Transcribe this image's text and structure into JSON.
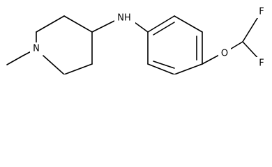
{
  "molecule": {
    "atoms": {
      "piperidine_n": "N",
      "amine_n": "NH",
      "ether_o": "O",
      "fluorine_top": "F",
      "fluorine_bottom": "F"
    }
  }
}
